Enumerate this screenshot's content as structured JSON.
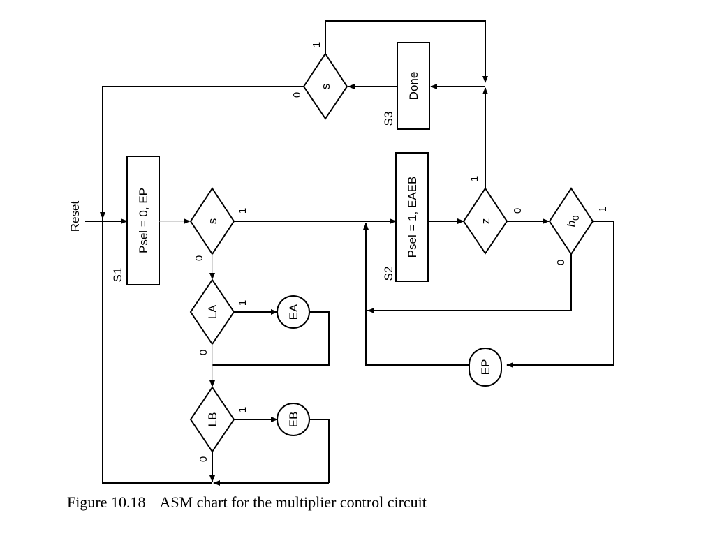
{
  "figure": {
    "number": "Figure 10.18",
    "caption": "ASM chart for the multiplier control circuit"
  },
  "reset": "Reset",
  "states": {
    "s1": {
      "name": "S1",
      "output": "Psel = 0, EP"
    },
    "s2": {
      "name": "S2",
      "output": "Psel = 1, EAEB"
    },
    "s3": {
      "name": "S3",
      "output": "Done"
    }
  },
  "decisions": {
    "s_s1": "s",
    "s_s3": "s",
    "la": "LA",
    "lb": "LB",
    "z": "z",
    "b0": {
      "base": "b",
      "sub": "0"
    }
  },
  "conditional_outputs": {
    "ea": "EA",
    "eb": "EB",
    "ep": "EP"
  },
  "branch_labels": {
    "one": "1",
    "zero": "0"
  }
}
